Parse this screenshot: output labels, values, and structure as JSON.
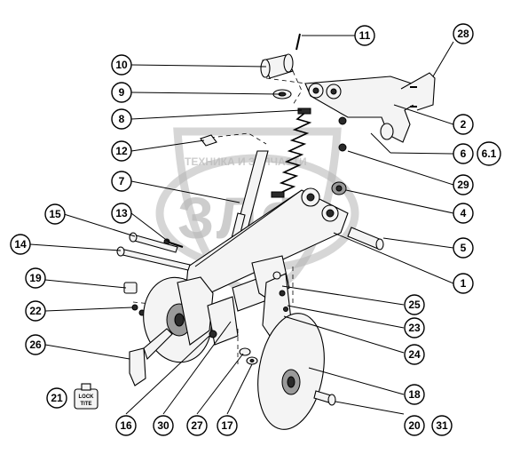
{
  "watermark": {
    "brand_text": "ТЕХНИКА И ЗАПЧАСТИ",
    "letters": "ЗЛФ"
  },
  "callouts": [
    {
      "id": "c28",
      "label": "28"
    },
    {
      "id": "c11",
      "label": "11"
    },
    {
      "id": "c10",
      "label": "10"
    },
    {
      "id": "c9",
      "label": "9"
    },
    {
      "id": "c8",
      "label": "8"
    },
    {
      "id": "c2",
      "label": "2"
    },
    {
      "id": "c12",
      "label": "12"
    },
    {
      "id": "c6",
      "label": "6"
    },
    {
      "id": "c61",
      "label": "6.1"
    },
    {
      "id": "c29",
      "label": "29"
    },
    {
      "id": "c7",
      "label": "7"
    },
    {
      "id": "c4",
      "label": "4"
    },
    {
      "id": "c15",
      "label": "15"
    },
    {
      "id": "c13",
      "label": "13"
    },
    {
      "id": "c5",
      "label": "5"
    },
    {
      "id": "c14",
      "label": "14"
    },
    {
      "id": "c1",
      "label": "1"
    },
    {
      "id": "c19",
      "label": "19"
    },
    {
      "id": "c25",
      "label": "25"
    },
    {
      "id": "c22",
      "label": "22"
    },
    {
      "id": "c23",
      "label": "23"
    },
    {
      "id": "c26",
      "label": "26"
    },
    {
      "id": "c24",
      "label": "24"
    },
    {
      "id": "c21",
      "label": "21"
    },
    {
      "id": "c18",
      "label": "18"
    },
    {
      "id": "c16",
      "label": "16"
    },
    {
      "id": "c30",
      "label": "30"
    },
    {
      "id": "c27",
      "label": "27"
    },
    {
      "id": "c17",
      "label": "17"
    },
    {
      "id": "c20",
      "label": "20"
    },
    {
      "id": "c31",
      "label": "31"
    }
  ],
  "loctite_label": {
    "line1": "LOCK",
    "line2": "TITE"
  }
}
